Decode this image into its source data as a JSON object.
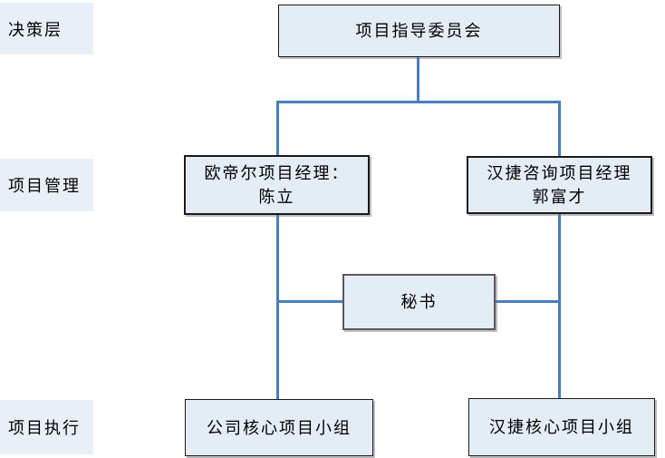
{
  "diagram": {
    "row_labels": [
      {
        "text": "决策层"
      },
      {
        "text": "项目管理"
      },
      {
        "text": "项目执行"
      }
    ],
    "nodes": {
      "steering": {
        "label": "项目指导委员会"
      },
      "manager_left": {
        "line1": "欧帝尔项目经理：",
        "line2": "陈立"
      },
      "manager_right": {
        "line1": "汉捷咨询项目经理",
        "line2": "郭富才"
      },
      "secretary": {
        "label": "秘书"
      },
      "team_left": {
        "label": "公司核心项目小组"
      },
      "team_right": {
        "label": "汉捷核心项目小组"
      }
    },
    "colors": {
      "line": "#4a7ebb",
      "box_fill": "#e4ecf6",
      "label_fill": "#e9eff7",
      "border_dark": "#1a1a1a",
      "border_gray": "#595959",
      "page_bg": "#ffffff"
    }
  }
}
